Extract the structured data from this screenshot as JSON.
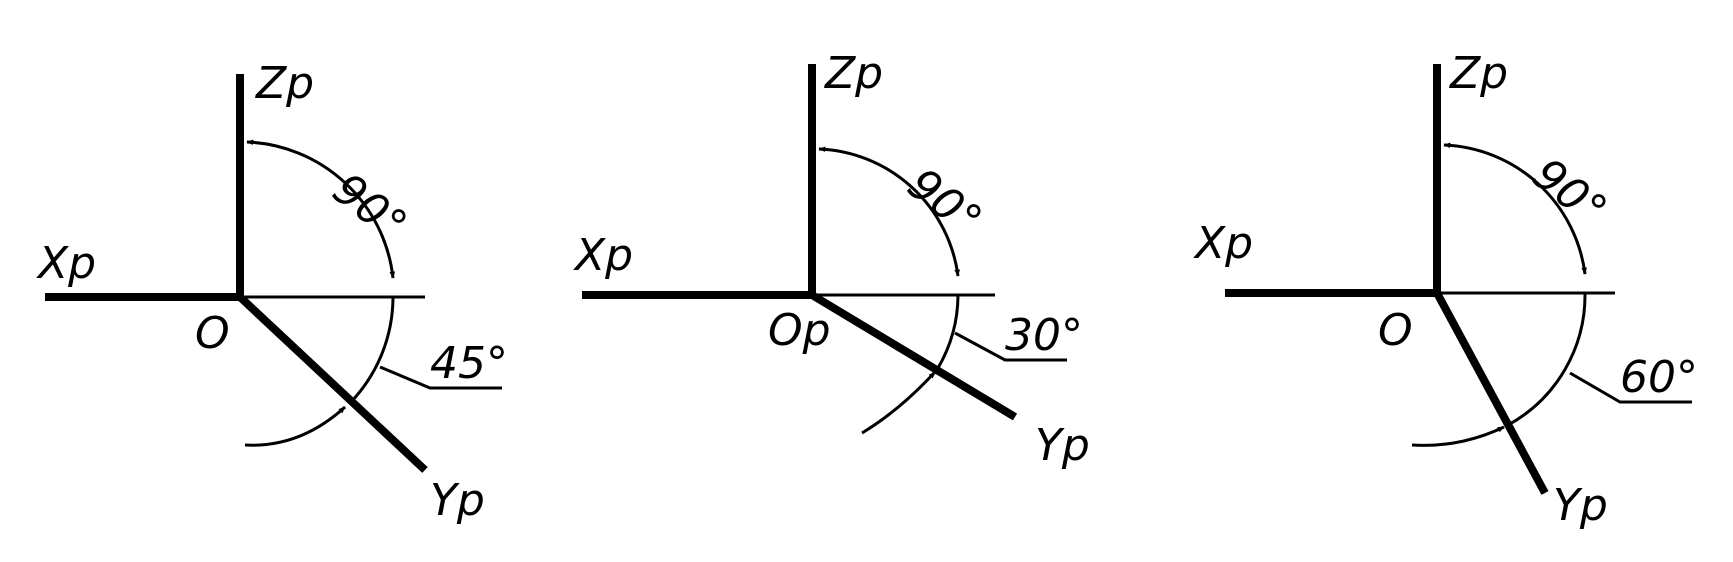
{
  "diagrams": [
    {
      "axis_x": "Xp",
      "axis_z": "Zp",
      "axis_y": "Yp",
      "origin": "O",
      "top_angle": "90°",
      "bottom_angle": "45°"
    },
    {
      "axis_x": "Xp",
      "axis_z": "Zp",
      "axis_y": "Yp",
      "origin": "Op",
      "top_angle": "90°",
      "bottom_angle": "30°"
    },
    {
      "axis_x": "Xp",
      "axis_z": "Zp",
      "axis_y": "Yp",
      "origin": "O",
      "top_angle": "90°",
      "bottom_angle": "60°"
    }
  ],
  "colors": {
    "stroke": "#000000",
    "background": "#ffffff"
  }
}
